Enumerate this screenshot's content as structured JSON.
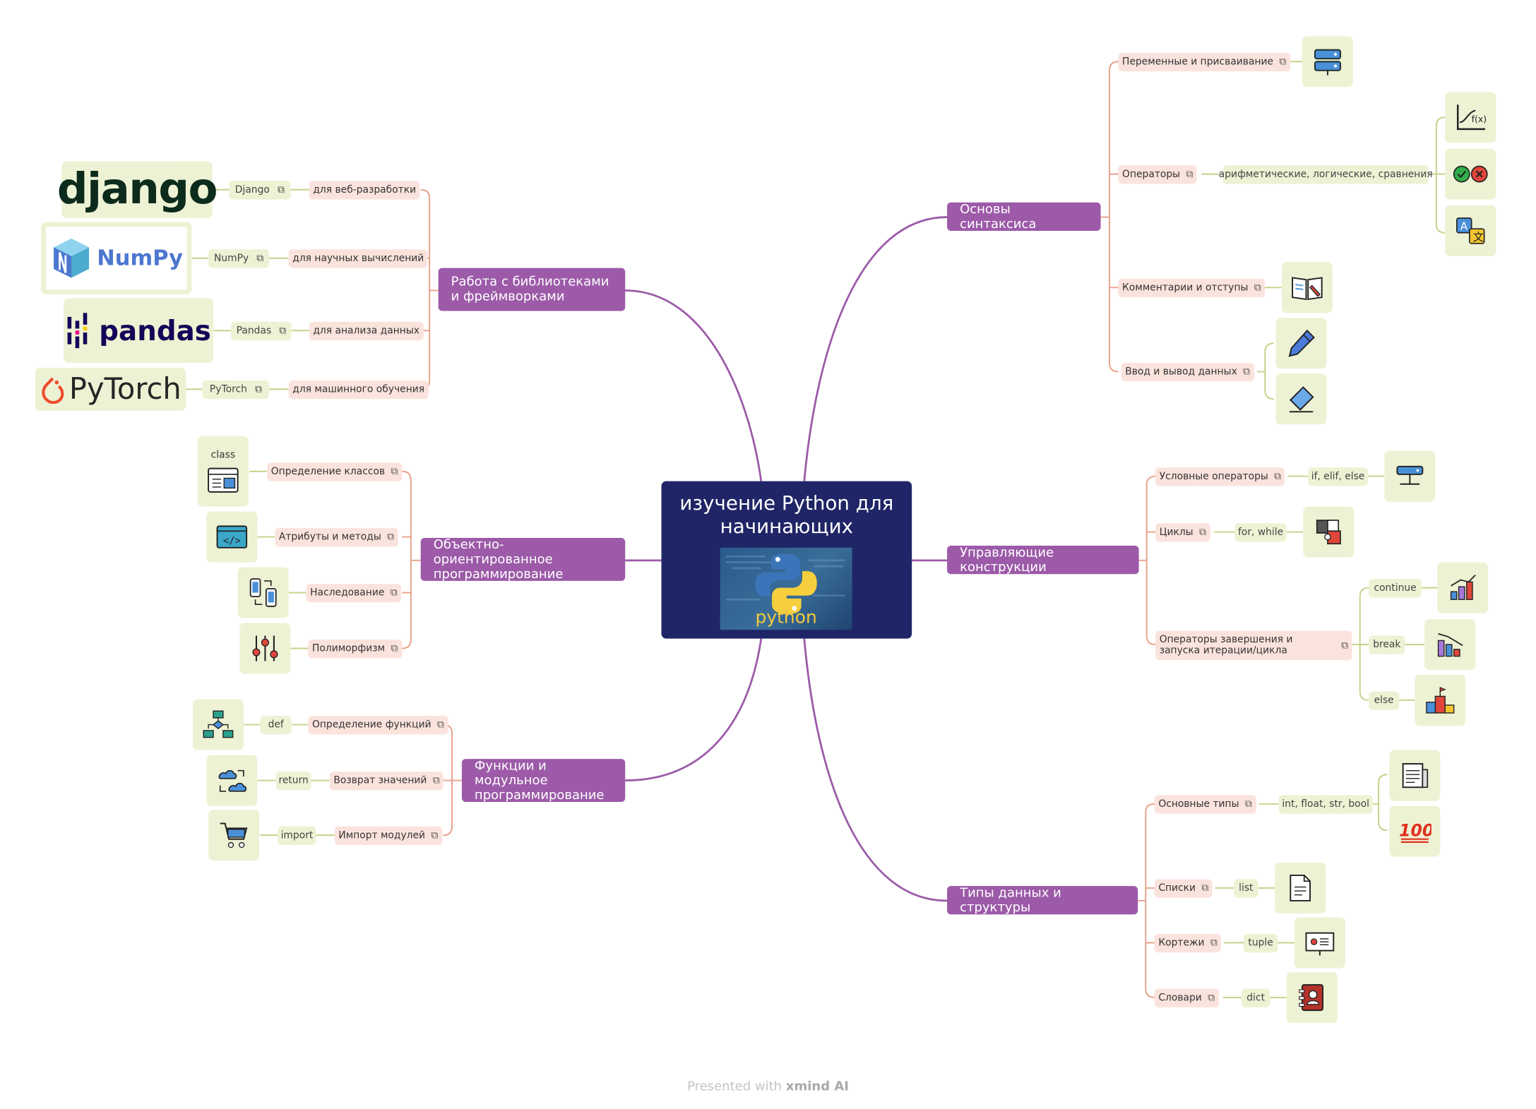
{
  "center": {
    "title": "изучение Python для начинающих",
    "image_text": "python"
  },
  "branches": {
    "syntax": {
      "title": "Основы синтаксиса",
      "variables": "Переменные и присваивание",
      "operators": "Операторы",
      "operators_desc": "арифметические, логические, сравнения",
      "comments": "Комментарии и отступы",
      "io": "Ввод и вывод данных"
    },
    "control": {
      "title": "Управляющие конструкции",
      "conditional": "Условные операторы",
      "conditional_kw": "if, elif, else",
      "loops": "Циклы",
      "loops_kw": "for, while",
      "loop_ops": "Операторы завершения и запуска итерации/цикла",
      "kw_continue": "continue",
      "kw_break": "break",
      "kw_else": "else"
    },
    "types": {
      "title": "Типы данных и структуры",
      "basic": "Основные типы",
      "basic_kw": "int, float, str, bool",
      "lists": "Списки",
      "lists_kw": "list",
      "tuples": "Кортежи",
      "tuples_kw": "tuple",
      "dicts": "Словари",
      "dicts_kw": "dict"
    },
    "libs": {
      "title": "Работа с библиотеками и фреймворками",
      "web": "для веб-разработки",
      "django": "Django",
      "sci": "для научных вычислений",
      "numpy": "NumPy",
      "analysis": "для анализа данных",
      "pandas": "Pandas",
      "ml": "для машинного обучения",
      "pytorch": "PyTorch",
      "logo_django": "django",
      "logo_numpy": "NumPy",
      "logo_pandas": "pandas",
      "logo_pytorch": "PyTorch"
    },
    "oop": {
      "title": "Объектно-ориентированное программирование",
      "classes": "Определение классов",
      "class_caption": "class",
      "attrs": "Атрибуты и методы",
      "inherit": "Наследование",
      "poly": "Полиморфизм"
    },
    "funcs": {
      "title": "Функции и модульное программирование",
      "define": "Определение функций",
      "def_kw": "def",
      "return": "Возврат значений",
      "return_kw": "return",
      "import": "Импорт модулей",
      "import_kw": "import"
    }
  },
  "footer": {
    "prefix": "Presented with",
    "brand": "xmind AI"
  },
  "colors": {
    "central": "#1f2566",
    "branch": "#9c5aa8",
    "subtopic": "#fbe3dd",
    "label": "#eef2d4",
    "branch_line": "#9c5aa8",
    "sub_line": "#e8a08a",
    "leaf_line": "#c3d38a"
  }
}
